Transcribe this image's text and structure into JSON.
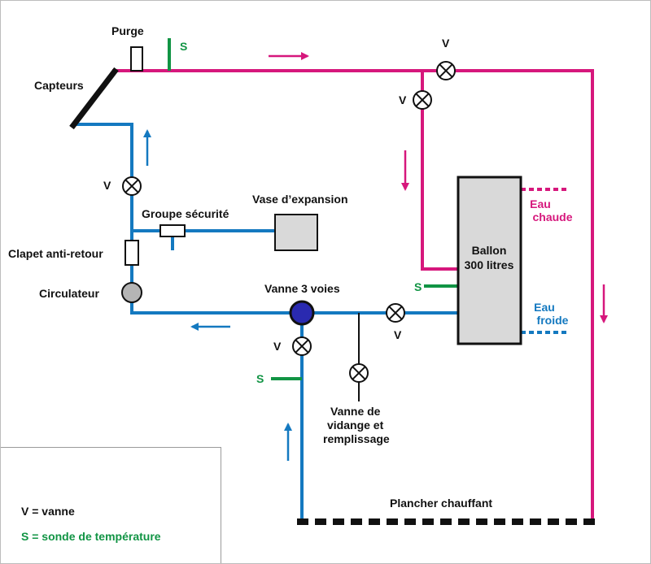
{
  "labels": {
    "purge": "Purge",
    "capteurs": "Capteurs",
    "vase": "Vase d’expansion",
    "groupe": "Groupe sécurité",
    "clapet": "Clapet anti-retour",
    "circulateur": "Circulateur",
    "vanne3": "Vanne 3 voies",
    "vidange1": "Vanne de",
    "vidange2": "vidange et",
    "vidange3": "remplissage",
    "ballon1": "Ballon",
    "ballon2": "300 litres",
    "eau_chaude1": "Eau",
    "eau_chaude2": "chaude",
    "eau_froide1": "Eau",
    "eau_froide2": "froide",
    "plancher": "Plancher chauffant"
  },
  "valve_letter": "V",
  "sensor_letter": "S",
  "legend": {
    "v": "V = vanne",
    "s": "S = sonde de température"
  },
  "colors": {
    "hot": "#d6177c",
    "cold": "#1479c0",
    "sensor": "#119444",
    "ink": "#111111",
    "tank": "#d9d9d9"
  }
}
